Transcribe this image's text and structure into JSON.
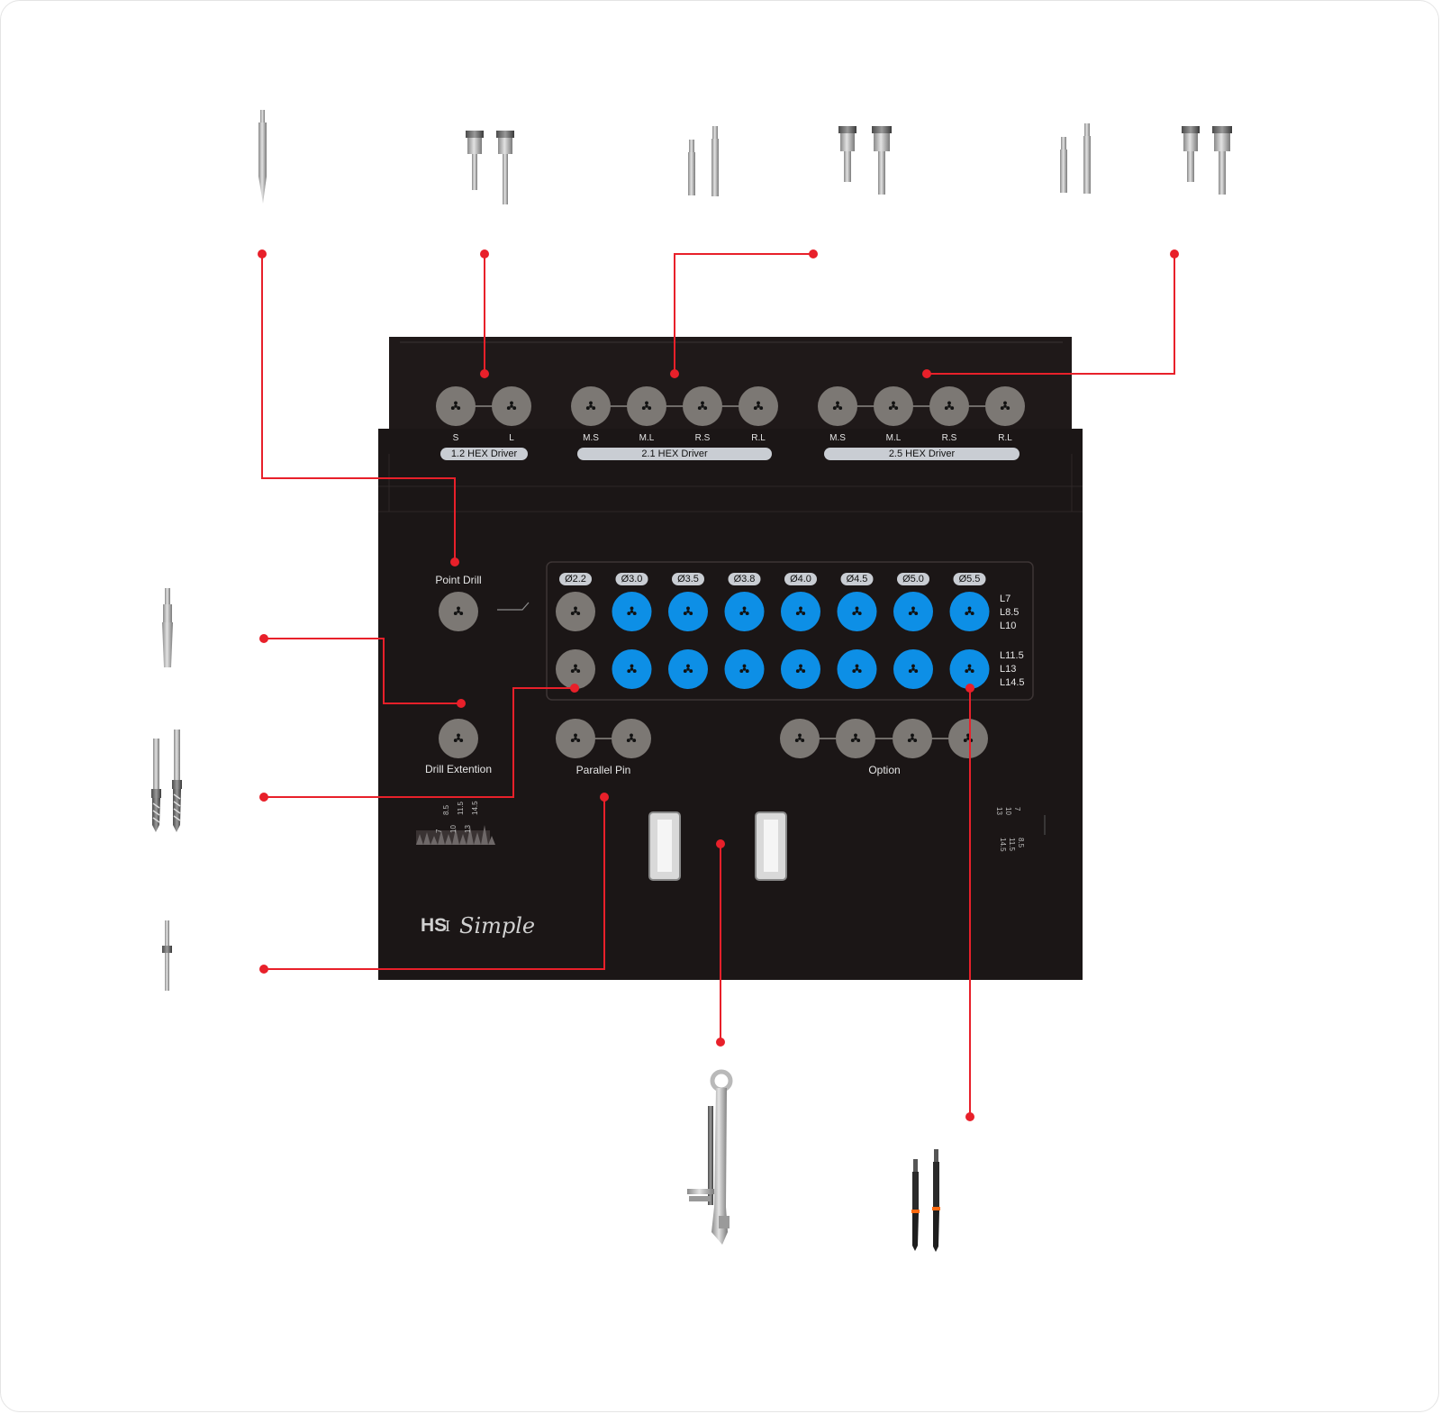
{
  "colors": {
    "tray": "#1b1616",
    "tray_top": "#201a1a",
    "socket_gray": "#7c7874",
    "socket_blue": "#0d8fe6",
    "pill": "#c9cdd3",
    "leader": "#e8202a",
    "label_text": "#e6e6e6"
  },
  "drivers": {
    "groups": [
      {
        "label": "1.2 HEX Driver",
        "sockets": [
          "S",
          "L"
        ]
      },
      {
        "label": "2.1 HEX Driver",
        "sockets": [
          "M.S",
          "M.L",
          "R.S",
          "R.L"
        ]
      },
      {
        "label": "2.5 HEX Driver",
        "sockets": [
          "M.S",
          "M.L",
          "R.S",
          "R.L"
        ]
      }
    ]
  },
  "point_drill": {
    "label": "Point Drill"
  },
  "drill_extension": {
    "label": "Drill Extention"
  },
  "parallel_pin": {
    "label": "Parallel Pin"
  },
  "option": {
    "label": "Option"
  },
  "drill_grid": {
    "diameters": [
      "Ø2.2",
      "Ø3.0",
      "Ø3.5",
      "Ø3.8",
      "Ø4.0",
      "Ø4.5",
      "Ø5.0",
      "Ø5.5"
    ],
    "row_lengths": [
      [
        "L7",
        "L8.5",
        "L10"
      ],
      [
        "L11.5",
        "L13",
        "L14.5"
      ]
    ]
  },
  "gauge_left": {
    "marks": [
      "7",
      "8.5",
      "10",
      "11.5",
      "13",
      "14.5"
    ]
  },
  "gauge_right": {
    "marks": [
      "7",
      "10",
      "13",
      "8.5",
      "11.5",
      "14.5"
    ]
  },
  "brand": {
    "main": "HS",
    "sub": "I",
    "script": "Simple"
  },
  "instruments": {
    "top": [
      "point-drill-icon",
      "hex-driver-1-2-icon",
      "hex-driver-2-1-short-icon",
      "hex-driver-2-1-long-icon",
      "hex-driver-2-5-short-icon",
      "hex-driver-2-5-long-icon"
    ],
    "left": [
      "drill-extension-icon",
      "drills-icon",
      "parallel-pin-icon"
    ],
    "bottom": [
      "torque-wrench-icon",
      "stopper-drills-icon"
    ]
  }
}
